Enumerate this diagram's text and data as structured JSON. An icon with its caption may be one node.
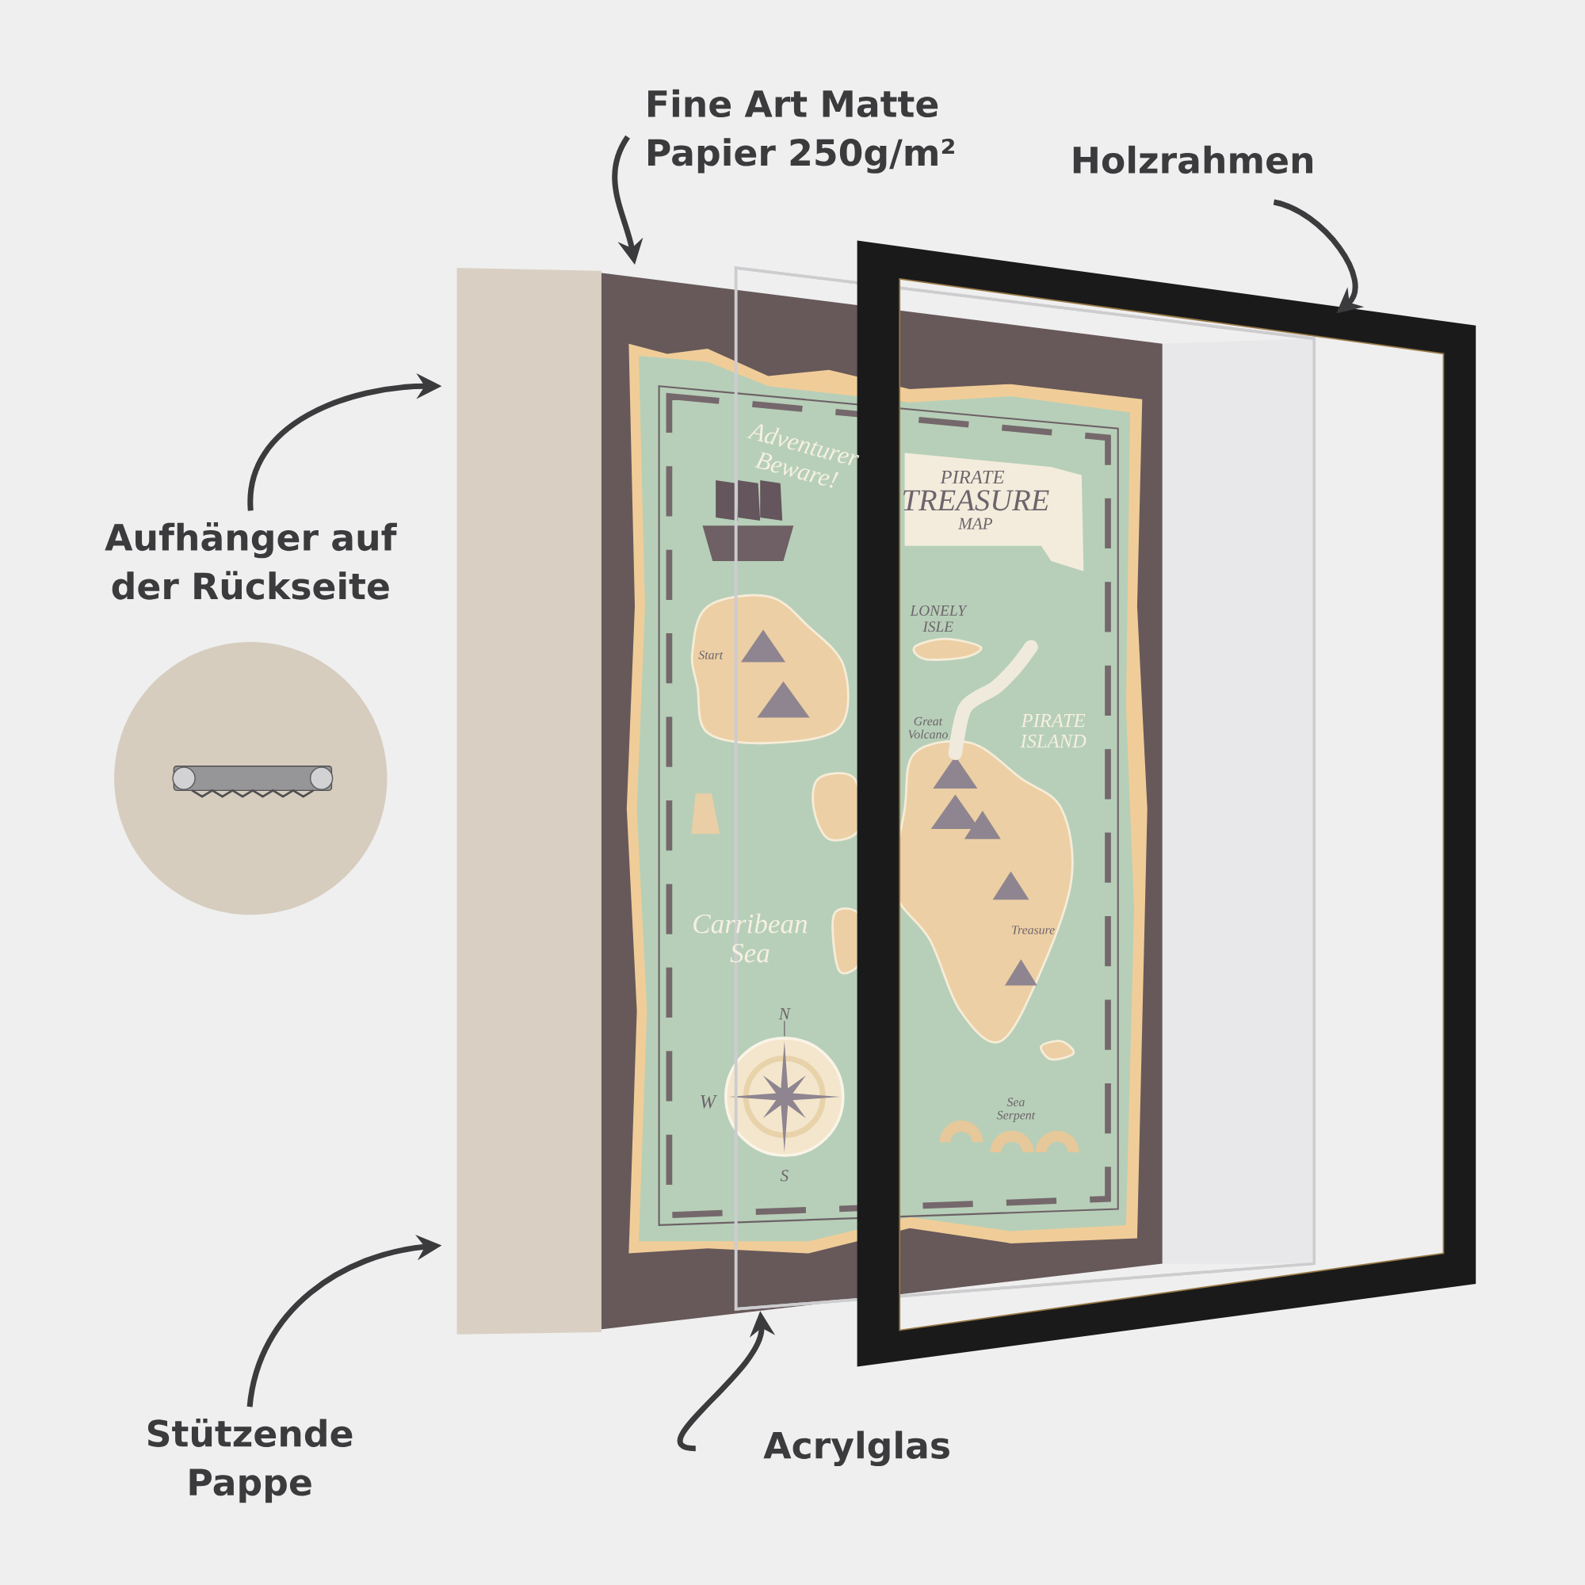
{
  "diagram": {
    "nodes": [
      {
        "text": [
          "Fine Art Matte Papier 250g/m²"
        ]
      },
      {
        "text": [
          "Holzrahmen"
        ]
      },
      {
        "text": [
          "Aufhänger auf der Rückseite"
        ]
      },
      {
        "text": [
          "Stützende Pappe"
        ]
      },
      {
        "text": [
          "Acrylglas"
        ]
      },
      {
        "text": [],
        "shape": "box"
      },
      {
        "text": [],
        "shape": "picture"
      },
      {
        "text": [],
        "shape": "box"
      },
      {
        "text": [],
        "shape": "box"
      }
    ],
    "edges": [
      {
        "from": 0,
        "to": 6,
        "arrow": "to"
      },
      {
        "from": 1,
        "to": 8,
        "arrow": "to"
      },
      {
        "from": 2,
        "to": 5,
        "arrow": "to"
      },
      {
        "from": 3,
        "to": 5,
        "arrow": "to"
      },
      {
        "from": 4,
        "to": 7,
        "arrow": "to"
      }
    ],
    "labels": [
      "Adventurer Beware!",
      "PIRATE",
      "TREASURE",
      "MAP",
      "LONELY ISLE",
      "Start",
      "Great Volcano",
      "PIRATE ISLAND",
      "Carribean Sea",
      "Treasure",
      "N",
      "W",
      "S",
      "Sea Serpent"
    ]
  }
}
